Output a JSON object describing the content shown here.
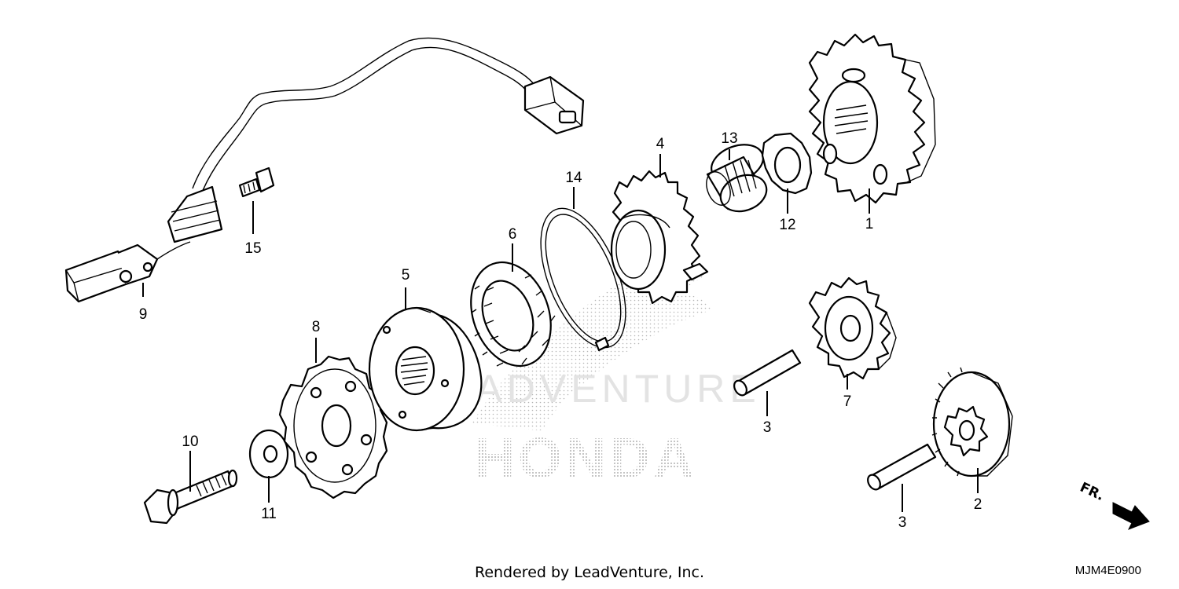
{
  "watermark": {
    "brand_text": "HONDA",
    "overlay_text": "LEADVENTURE"
  },
  "footer": {
    "credit": "Rendered by LeadVenture, Inc.",
    "diagram_code": "MJM4E0900"
  },
  "direction_indicator": {
    "label": "FR."
  },
  "callouts": [
    {
      "number": "1"
    },
    {
      "number": "2"
    },
    {
      "number": "3"
    },
    {
      "number": "3"
    },
    {
      "number": "4"
    },
    {
      "number": "5"
    },
    {
      "number": "6"
    },
    {
      "number": "7"
    },
    {
      "number": "8"
    },
    {
      "number": "9"
    },
    {
      "number": "10"
    },
    {
      "number": "11"
    },
    {
      "number": "12"
    },
    {
      "number": "13"
    },
    {
      "number": "14"
    },
    {
      "number": "15"
    }
  ]
}
